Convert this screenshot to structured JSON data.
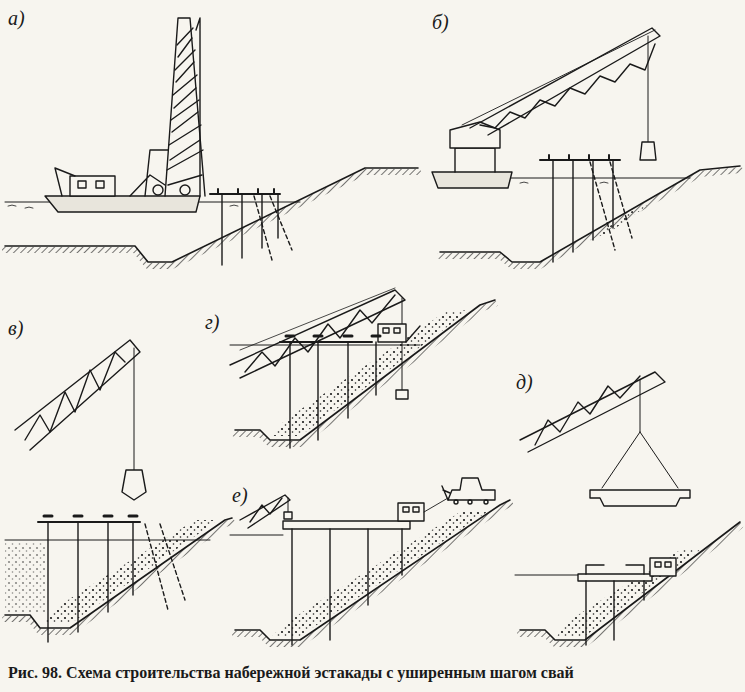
{
  "diagram": {
    "caption": "Рис. 98. Схема строительства набережной эстакады с уширенным шагом свай",
    "labels": [
      "а)",
      "б)",
      "в)",
      "г)",
      "д)",
      "е)"
    ]
  }
}
